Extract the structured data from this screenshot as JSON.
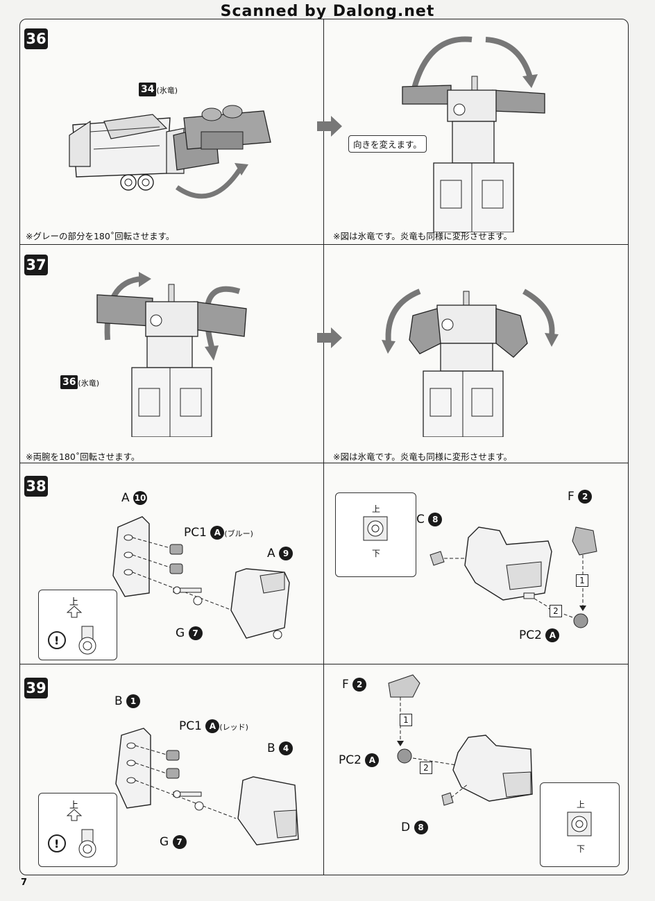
{
  "header": {
    "scan_credit": "Scanned by Dalong.net"
  },
  "page_number": "7",
  "steps": {
    "s36": {
      "number": "36",
      "part_ref_num": "34",
      "part_ref_text": "(氷竜)",
      "callout": "向きを変えます。",
      "note_left": "※グレーの部分を180˚回転させます。",
      "note_right": "※図は氷竜です。炎竜も同様に変形させます。"
    },
    "s37": {
      "number": "37",
      "part_ref_num": "36",
      "part_ref_text": "(氷竜)",
      "note_left": "※両腕を180˚回転させます。",
      "note_right": "※図は氷竜です。炎竜も同様に変形させます。"
    },
    "s38": {
      "number": "38",
      "a10_letter": "A",
      "a10_num": "10",
      "pc1_text": "PC1",
      "pc1_letter": "A",
      "pc1_color": "(ブルー)",
      "a9_letter": "A",
      "a9_num": "9",
      "g7_letter": "G",
      "g7_num": "7",
      "inset_up": "上",
      "c8_letter": "C",
      "c8_num": "8",
      "box_up": "上",
      "box_down": "下",
      "f2_letter": "F",
      "f2_num": "2",
      "step1": "1",
      "step2": "2",
      "pc2_text": "PC2",
      "pc2_letter": "A"
    },
    "s39": {
      "number": "39",
      "b1_letter": "B",
      "b1_num": "1",
      "pc1_text": "PC1",
      "pc1_letter": "A",
      "pc1_color": "(レッド)",
      "b4_letter": "B",
      "b4_num": "4",
      "g7_letter": "G",
      "g7_num": "7",
      "inset_up": "上",
      "f2_letter": "F",
      "f2_num": "2",
      "step1": "1",
      "step2": "2",
      "pc2_text": "PC2",
      "pc2_letter": "A",
      "d8_letter": "D",
      "d8_num": "8",
      "box_up": "上",
      "box_down": "下"
    }
  }
}
